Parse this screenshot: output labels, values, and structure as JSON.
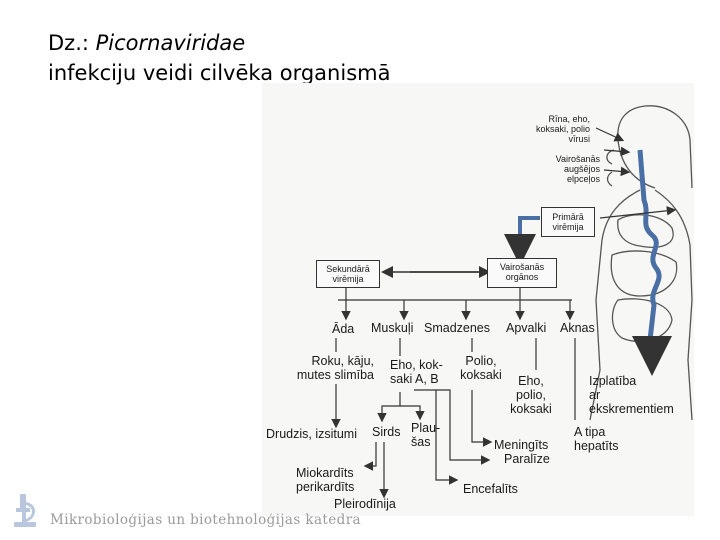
{
  "title": {
    "prefix": "Dz.: ",
    "taxon": "Picornaviridae",
    "line2": "infekciju veidi cilvēka organismā"
  },
  "diagram": {
    "entry": [
      "Rīna, eho,",
      "koksaki, polio",
      "vīrusi"
    ],
    "replication_upper": [
      "Vairošanās",
      "augšējos",
      "elpceļos"
    ],
    "primary_viremia": [
      "Primārā",
      "virēmija"
    ],
    "replication_organs": [
      "Vairošanās",
      "orgānos"
    ],
    "secondary_viremia": [
      "Sekundārā",
      "virēmija"
    ],
    "targets": [
      "Āda",
      "Muskuļi",
      "Smadzenes",
      "Apvalki",
      "Aknas"
    ],
    "skin_disease": [
      "Roku, kāju,",
      "mutes slimība"
    ],
    "muscle_viruses": [
      "Eho, kok-",
      "saki A, B"
    ],
    "brain_viruses": [
      "Polio,",
      "koksaki"
    ],
    "meninges_viruses": [
      "Eho,",
      "polio,",
      "koksaki"
    ],
    "excretion": [
      "Izplatība",
      "ar",
      "ekskrementiem"
    ],
    "rash": "Drudzis, izsitumi",
    "heart": "Sirds",
    "pleura": [
      "Plau-",
      "šas"
    ],
    "meningitis": [
      "Meningīts",
      "Paralīze"
    ],
    "hepatitis": [
      "A tipa",
      "hepatīts"
    ],
    "myocarditis": [
      "Miokardīts",
      "perikardīts"
    ],
    "pleurodynia": "Pleirodīnija",
    "encephalitis": "Encefalīts"
  },
  "footer": {
    "department": "Mikrobioloģijas un biotehnoloģijas katedra"
  }
}
